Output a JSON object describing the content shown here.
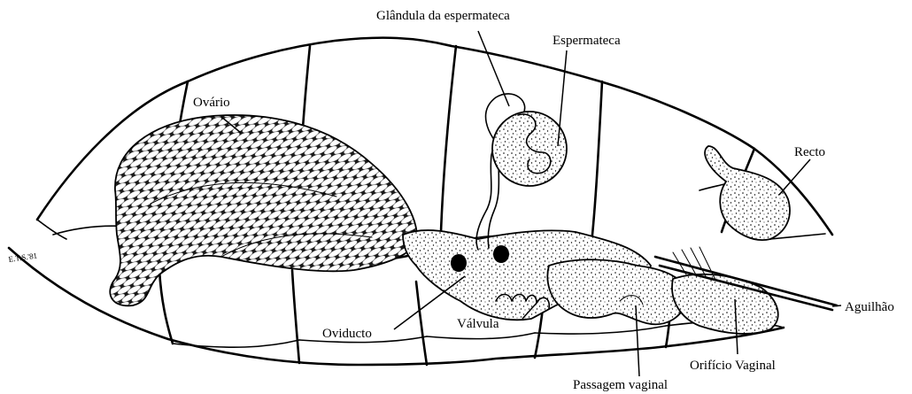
{
  "labels": {
    "gland": "Glândula da espermateca",
    "spermatheca": "Espermateca",
    "ovary": "Ovário",
    "rectum": "Recto",
    "sting": "Aguilhão",
    "oviduct": "Oviducto",
    "valve": "Válvula",
    "vaginal_orifice": "Orifício Vaginal",
    "vaginal_passage": "Passagem vaginal"
  },
  "signature": "E.T.S.'81"
}
